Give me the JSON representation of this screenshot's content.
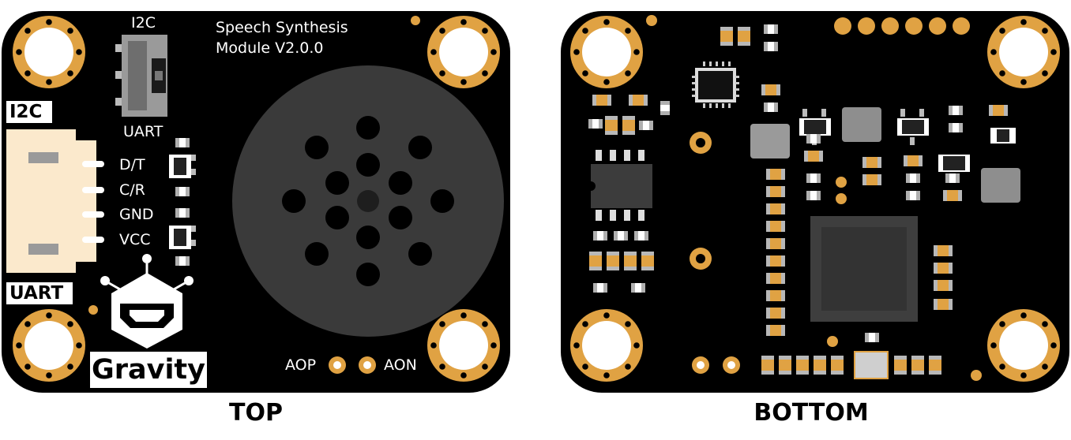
{
  "top_board": {
    "caption": "TOP",
    "title_line1": "Speech  Synthesis",
    "title_line2": "Module V2.0.0",
    "switch_top_label": "I2C",
    "switch_bottom_label": "UART",
    "mode_label_i2c": "I2C",
    "mode_label_uart": "UART",
    "pins": [
      "D/T",
      "C/R",
      "GND",
      "VCC"
    ],
    "brand": "Gravity",
    "pad_aop": "AOP",
    "pad_aon": "AON"
  },
  "bottom_board": {
    "caption": "BOTTOM"
  },
  "colors": {
    "pcb": "#000000",
    "gold": "#e0a243",
    "speaker": "#3a3a3a",
    "connector": "#fbe9cc",
    "silkscreen": "#ffffff",
    "chip": "#4a4a4a"
  }
}
